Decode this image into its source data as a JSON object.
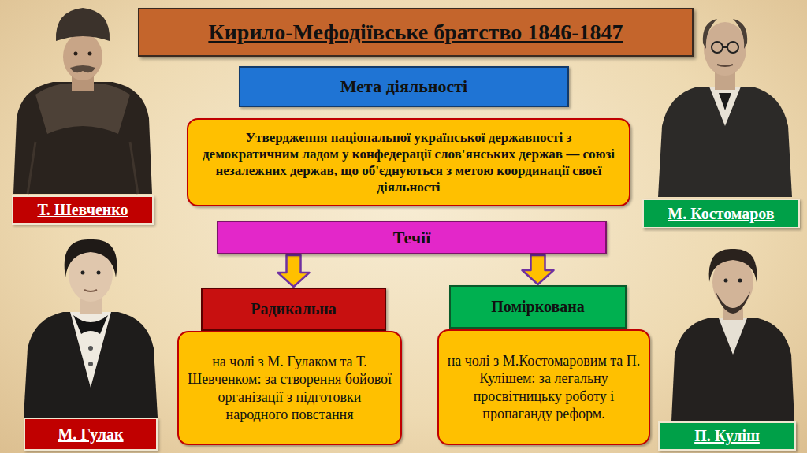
{
  "diagram": {
    "title": "Кирило-Мефодіївське братство 1846-1847",
    "nodes": [
      {
        "text": [
          "Мета діяльності"
        ]
      },
      {
        "text": [
          "Утвердження національної української державності з демократичним ладом у конфедерації слов'янських держав — союзі незалежних держав, що об'єднуються з метою координації своєї діяльності"
        ]
      },
      {
        "text": [
          "Течії"
        ]
      },
      {
        "text": [
          "Радикальна"
        ]
      },
      {
        "text": [
          "на чолі з М. Гулаком та Т. Шевченком: за створення бойової організації з підготовки народного повстання"
        ]
      },
      {
        "text": [
          "Поміркована"
        ]
      },
      {
        "text": [
          "на чолі з М.Костомаровим та П. Кулішем: за легальну просвітницьку роботу і пропаганду реформ."
        ]
      },
      {
        "text": [
          "Т. Шевченко"
        ]
      },
      {
        "text": [
          "М. Костомаров"
        ]
      },
      {
        "text": [
          "М. Гулак"
        ]
      },
      {
        "text": [
          "П. Куліш"
        ]
      }
    ],
    "edges": [
      {
        "from": 2,
        "to": 3,
        "arrow": "to"
      },
      {
        "from": 2,
        "to": 5,
        "arrow": "to"
      }
    ]
  }
}
